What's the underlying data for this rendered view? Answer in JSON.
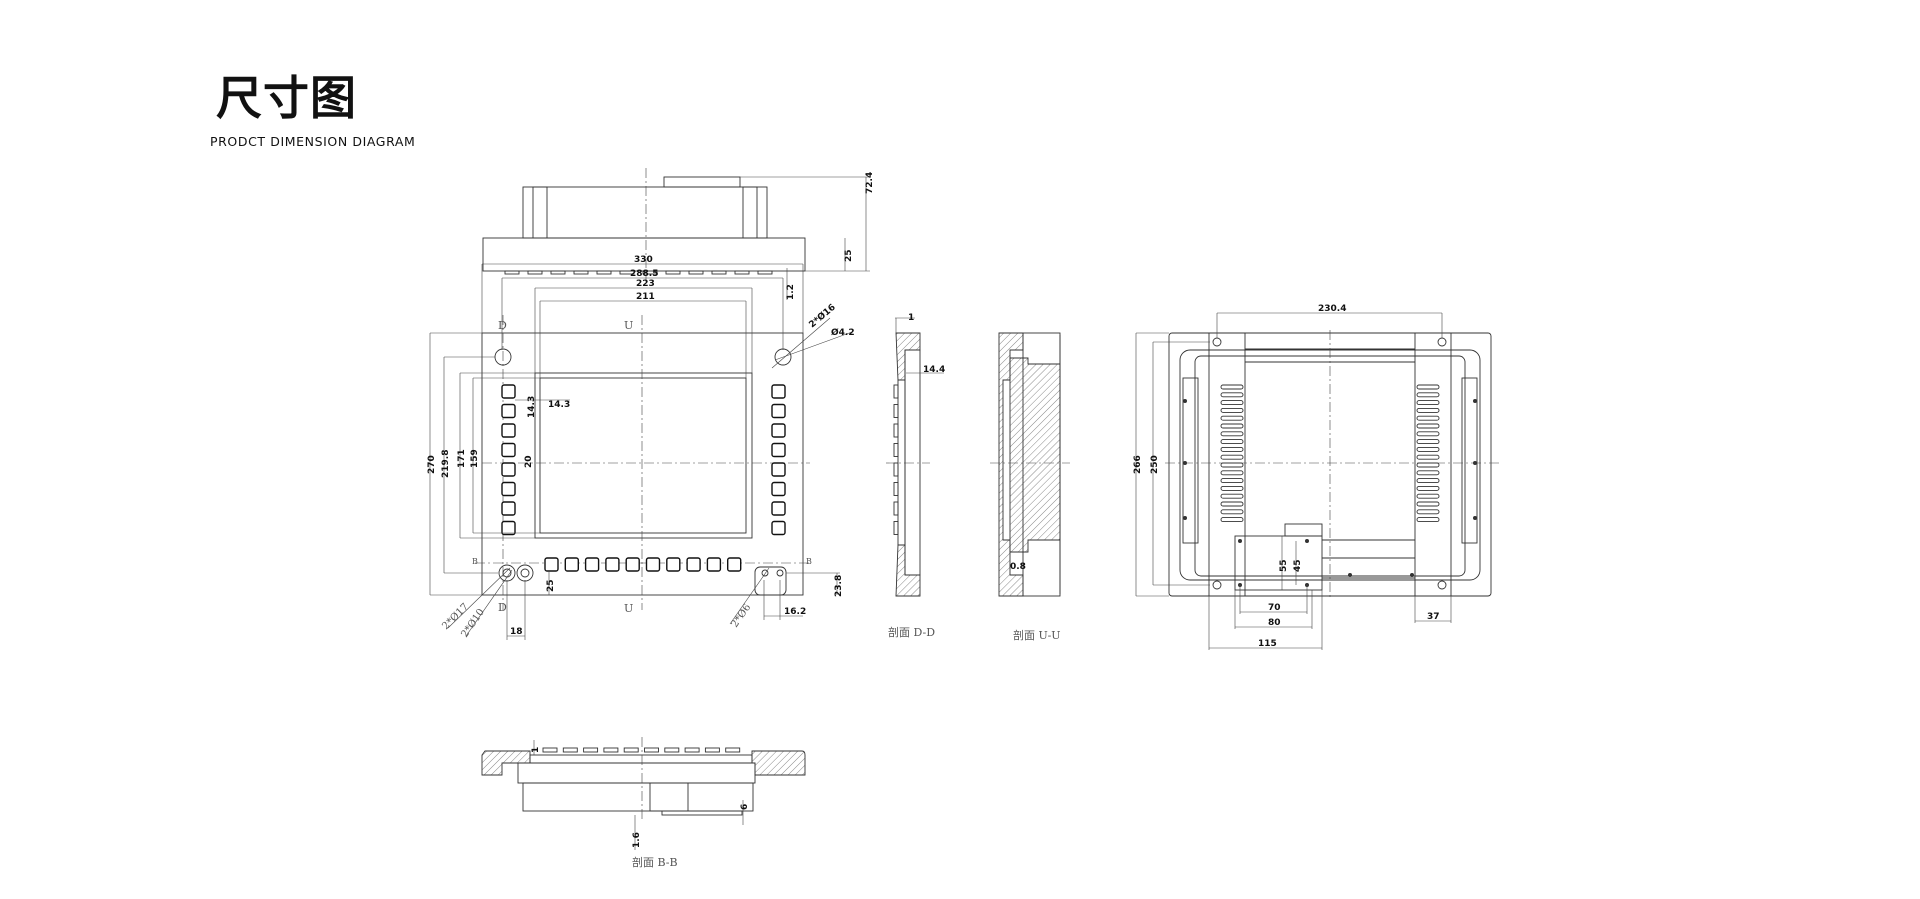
{
  "header": {
    "title": "尺寸图",
    "subtitle": "PRODCT DIMENSION DIAGRAM"
  },
  "top_view": {
    "dims": [
      "72.4",
      "25",
      "1.2"
    ]
  },
  "front_view": {
    "dims": {
      "w330": "330",
      "w288": "288.5",
      "w223": "223",
      "w211": "211",
      "h270": "270",
      "h219": "219.8",
      "h171": "171",
      "h159": "159",
      "key14": "14.3",
      "key14v": "14.3",
      "pitch20": "20",
      "b25": "25",
      "b23": "23.8",
      "b16": "16.2",
      "b18": "18"
    },
    "callouts": {
      "hole16": "2*Ø16",
      "hole42": "Ø4.2",
      "hole17": "2*Ø17",
      "hole10": "2*Ø10",
      "hole6": "2*Ø6"
    },
    "section_marks": {
      "d": "D",
      "u": "U",
      "b": "B"
    }
  },
  "section_dd": {
    "label": "剖面 D-D",
    "dims": [
      "1",
      "14.4"
    ]
  },
  "section_uu": {
    "label": "剖面 U-U",
    "dims": [
      "0.8"
    ]
  },
  "rear_view": {
    "dims": {
      "w230": "230.4",
      "h266": "266",
      "h250": "250",
      "v55": "55",
      "v45": "45",
      "w70": "70",
      "w80": "80",
      "w115": "115",
      "w37": "37"
    }
  },
  "section_bb": {
    "label": "剖面 B-B",
    "dims": [
      "1",
      "6",
      "1.6"
    ]
  }
}
